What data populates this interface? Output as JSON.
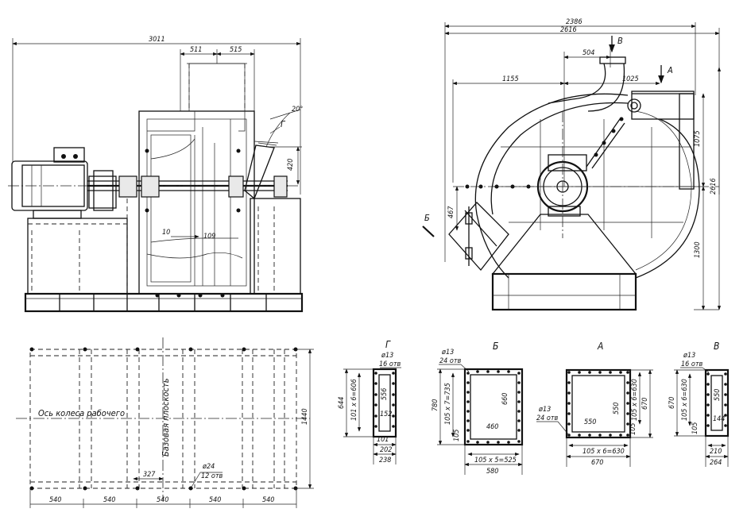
{
  "front_view": {
    "dim_total_width": "3011",
    "dim_inlet_left": "511",
    "dim_inlet_right": "515",
    "dim_angle": "20°",
    "dim_height_420": "420",
    "dim_10": "10",
    "dim_109": "109",
    "label_G": "Г"
  },
  "side_view": {
    "dim_2386": "2386",
    "dim_2616_top": "2616",
    "dim_504": "504",
    "dim_1155": "1155",
    "dim_1025": "1025",
    "dim_1075": "1075",
    "dim_2616_right": "2616",
    "dim_1300": "1300",
    "dim_467": "467",
    "label_V": "В",
    "label_A": "А",
    "label_B": "Б"
  },
  "plan_view": {
    "axis_label": "Ось колеса рабочего",
    "base_plane_label": "Базовая плоскость",
    "dim_1440": "1440",
    "dim_327": "327",
    "hole_diam": "ø24",
    "hole_count": "12 отв",
    "spacing": [
      "540",
      "540",
      "540",
      "540",
      "540"
    ]
  },
  "section_G": {
    "title": "Г",
    "hole_diam": "ø13",
    "hole_count": "16 отв",
    "dim_644": "644",
    "dim_pitch": "101 x 6=606",
    "dim_556": "556",
    "dim_152": "152",
    "dim_101": "101",
    "dim_202": "202",
    "dim_238": "238"
  },
  "section_B": {
    "title": "Б",
    "hole_diam": "ø13",
    "hole_count": "24 отв",
    "dim_780": "780",
    "dim_pitch_v": "105 x 7=735",
    "dim_660": "660",
    "dim_460": "460",
    "dim_105": "105",
    "dim_pitch_h": "105 x 5=525",
    "dim_580": "580"
  },
  "section_A": {
    "title": "А",
    "hole_diam": "ø13",
    "hole_count": "24 отв",
    "dim_550_h": "550",
    "dim_550_v": "550",
    "dim_pitch_v": "105 x 6=630",
    "dim_670_v": "670",
    "dim_105": "105",
    "dim_pitch_h": "105 x 6=630",
    "dim_670_h": "670"
  },
  "section_V": {
    "title": "В",
    "hole_diam": "ø13",
    "hole_count": "16 отв",
    "dim_670": "670",
    "dim_pitch": "105 x 6=630",
    "dim_550": "550",
    "dim_144": "144",
    "dim_105": "105",
    "dim_210": "210",
    "dim_264": "264"
  }
}
